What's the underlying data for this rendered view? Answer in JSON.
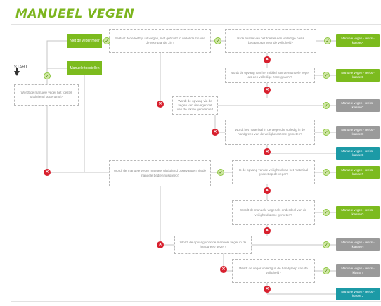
{
  "title": "MANUEEL VEGEN",
  "start_label": "START",
  "yes_symbol": "✓",
  "no_symbol": "✕",
  "colors": {
    "green": "#7cbb1e",
    "grey": "#9a9a9a",
    "teal": "#1c9aa6",
    "no_dot": "#d8202e",
    "line": "#c4c4c4"
  },
  "boxes": {
    "q_start": "Wordt de manuele veger het toestel uitsluitend opgeruimd?",
    "q_1": "Bestaat deze leeftijd uit wegen, niet gebruikt in dezelfde zin van de voorgaande zin?",
    "q_2": "Is de ruimte van het toestel een volledige basis begaanbaar voor de veiligheid?",
    "q_3": "Wordt de opvang van het middel van de manuele veger als een volledige zone geacht?",
    "q_4": "Wordt de opvang via de vegen van de veger dat van de lokale gemeente?",
    "q_5": "Wordt het materiaal in de veger dat volledig in de handgreep van de veiligheidszone gemeten?",
    "q_6": "Wordt de manuele veger manueel uitsluitend opgevangen via de manuele bedieningsgreep?",
    "q_7": "Is de opvang van de veiligheid van het materiaal gedekt op de veger?",
    "q_8": "Wordt de manuele veger als onderdeel van de veiligheidszone gemeten?",
    "q_9": "Wordt de opvang voor de manuele veger in de handgreep gezet?",
    "q_10": "Wordt de veger volledig in de handgreep van de veiligheid?"
  },
  "green_boxes": {
    "g_1": "Niet de veger meer",
    "g_2": "Manuele toestellen"
  },
  "outcomes": {
    "o_1": "Manuele vegen - reeks - klasse A",
    "o_2": "Manuele vegen - reeks - klasse B",
    "o_3": "Manuele vegen - reeks - klasse C",
    "o_4": "Manuele vegen - reeks - klasse D",
    "o_5": "Manuele vegen - reeks - klasse E",
    "o_6": "Manuele vegen - reeks - klasse F",
    "o_7": "Manuele vegen - reeks - klasse G",
    "o_8": "Manuele vegen - reeks - klasse H",
    "o_9": "Manuele vegen - reeks - klasse I",
    "o_10": "Manuele vegen - reeks - klasse J"
  }
}
